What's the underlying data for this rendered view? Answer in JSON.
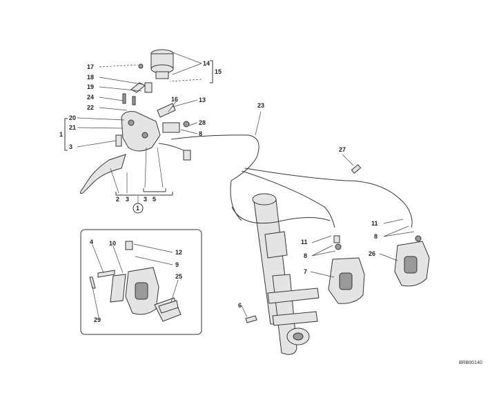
{
  "diagram": {
    "drawing_code": "BRB00140",
    "callouts": {
      "c1": "1",
      "c2": "2",
      "c3a": "3",
      "c3b": "3",
      "c4": "4",
      "c5": "5",
      "c6": "6",
      "c7": "7",
      "c8a": "8",
      "c8b": "8",
      "c8c": "8",
      "c9": "9",
      "c10": "10",
      "c11a": "11",
      "c11b": "11",
      "c12": "12",
      "c13": "13",
      "c14": "14",
      "c15": "15",
      "c16": "16",
      "c17": "17",
      "c18": "18",
      "c19": "19",
      "c20": "20",
      "c21": "21",
      "c22": "22",
      "c23": "23",
      "c24": "24",
      "c25": "25",
      "c26": "26",
      "c27": "27",
      "c28": "28",
      "c29": "29",
      "c1ring": "1",
      "c3c": "3"
    }
  }
}
